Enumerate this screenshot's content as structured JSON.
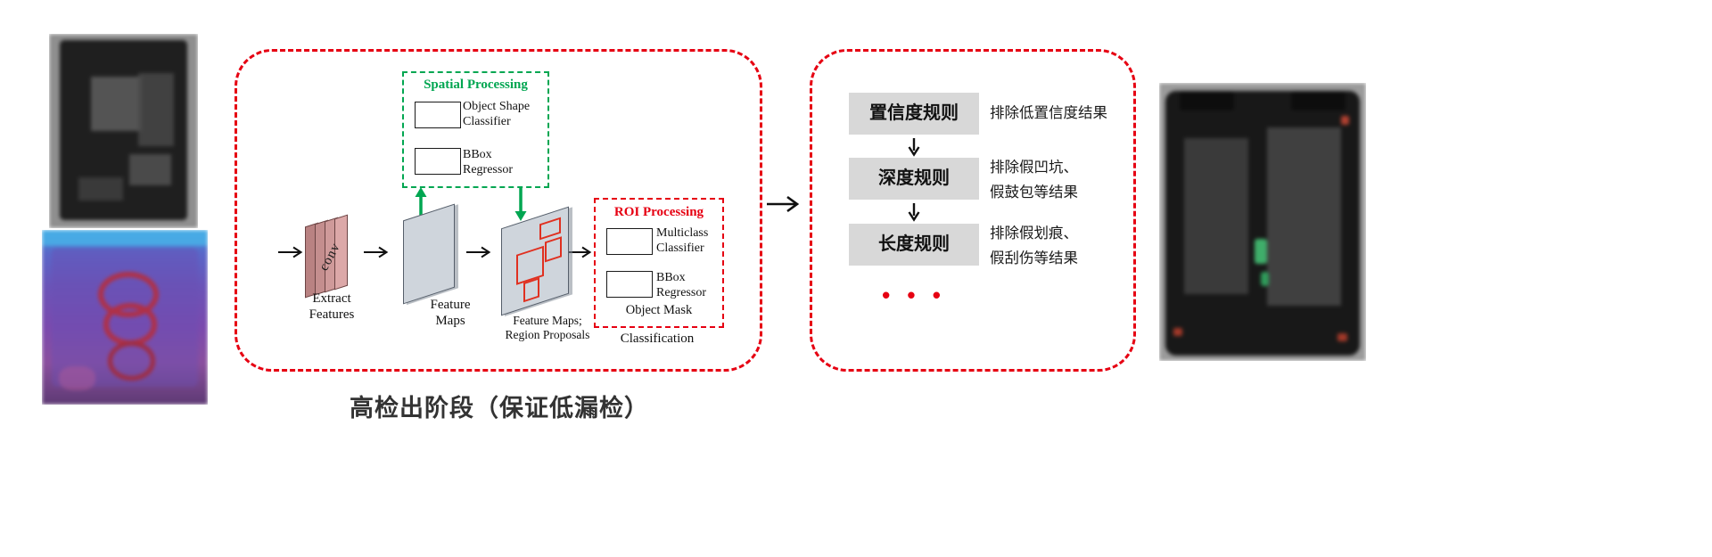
{
  "caption": "高检出阶段（保证低漏检）",
  "pipeline": {
    "spatial": {
      "title": "Spatial Processing",
      "box1": "Object Shape\nClassifier",
      "box2": "BBox\nRegressor"
    },
    "conv_label": "conv",
    "extract_features": "Extract\nFeatures",
    "feature_maps": "Feature\nMaps",
    "feature_maps_region_proposals": "Feature Maps;\nRegion Proposals",
    "roi": {
      "title": "ROI Processing",
      "box1": "Multiclass\nClassifier",
      "box2": "BBox\nRegressor",
      "object_mask": "Object Mask"
    },
    "classification": "Classification"
  },
  "rules": [
    {
      "label": "置信度规则",
      "note": "排除低置信度结果"
    },
    {
      "label": "深度规则",
      "note": "排除假凹坑、\n假鼓包等结果"
    },
    {
      "label": "长度规则",
      "note": "排除假划痕、\n假刮伤等结果"
    }
  ],
  "ellipsis": "• • •",
  "colors": {
    "red": "#e60012",
    "green": "#00a651",
    "rule_box": "#d8d8d8"
  }
}
